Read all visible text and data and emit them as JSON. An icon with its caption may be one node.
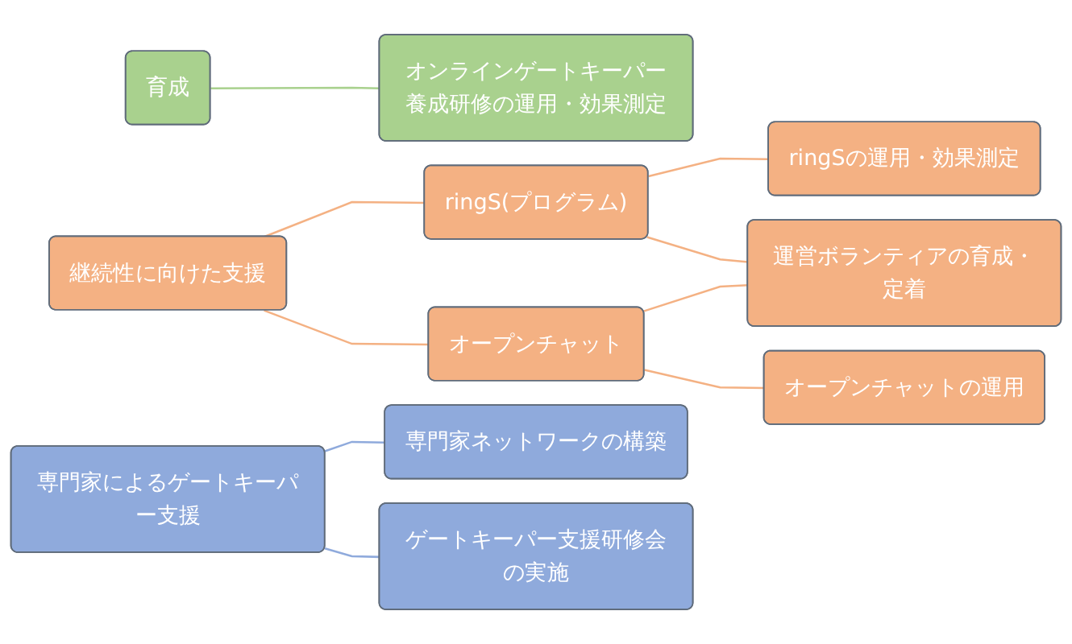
{
  "diagram": {
    "nodes": [
      {
        "text": [
          "育成"
        ]
      },
      {
        "text": [
          "オンラインゲートキーパー養成研修の運用・効果測定"
        ]
      },
      {
        "text": [
          "継続性に向けた支援"
        ]
      },
      {
        "text": [
          "ringS(プログラム)"
        ]
      },
      {
        "text": [
          "オープンチャット"
        ]
      },
      {
        "text": [
          "ringSの運用・効果測定"
        ]
      },
      {
        "text": [
          "運営ボランティアの育成・定着"
        ]
      },
      {
        "text": [
          "オープンチャットの運用"
        ]
      },
      {
        "text": [
          "専門家によるゲートキーパー支援"
        ]
      },
      {
        "text": [
          "専門家ネットワークの構築"
        ]
      },
      {
        "text": [
          "ゲートキーパー支援研修会の実施"
        ]
      }
    ],
    "edges": [
      {
        "from": 0,
        "to": 1,
        "arrow": "none",
        "color": "#a9d18e"
      },
      {
        "from": 2,
        "to": 3,
        "arrow": "none"
      },
      {
        "from": 2,
        "to": 4,
        "arrow": "none"
      },
      {
        "from": 3,
        "to": 5,
        "arrow": "none"
      },
      {
        "from": 3,
        "to": 6,
        "arrow": "none"
      },
      {
        "from": 4,
        "to": 6,
        "arrow": "none"
      },
      {
        "from": 4,
        "to": 7,
        "arrow": "none"
      },
      {
        "from": 8,
        "to": 9,
        "arrow": "none",
        "color": "#8faadc"
      },
      {
        "from": 8,
        "to": 10,
        "arrow": "none",
        "color": "#8faadc"
      }
    ]
  }
}
